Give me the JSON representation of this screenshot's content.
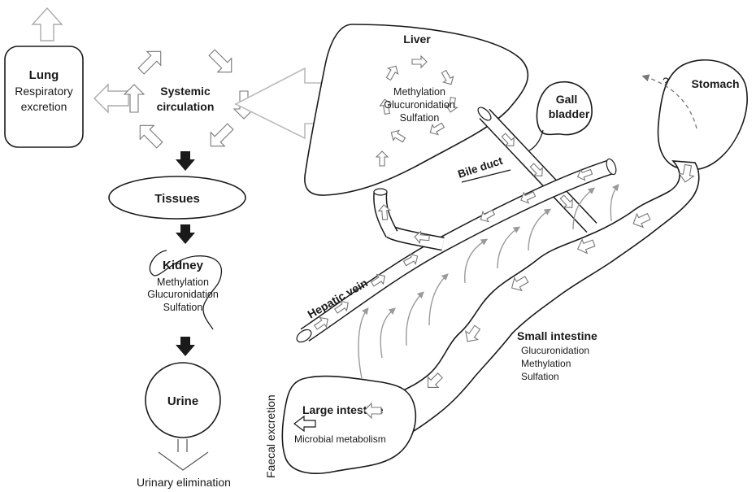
{
  "labels": {
    "lung_title": "Lung",
    "lung_sub1": "Respiratory",
    "lung_sub2": "excretion",
    "systemic1": "Systemic",
    "systemic2": "circulation",
    "tissues": "Tissues",
    "kidney": "Kidney",
    "kidney_m1": "Methylation",
    "kidney_m2": "Glucuronidation",
    "kidney_m3": "Sulfation",
    "urine": "Urine",
    "urinary_elimination": "Urinary elimination",
    "liver": "Liver",
    "liver_m1": "Methylation",
    "liver_m2": "Glucuronidation",
    "liver_m3": "Sulfation",
    "gall1": "Gall",
    "gall2": "bladder",
    "bile_duct": "Bile duct",
    "hepatic_vein": "Hepatic vein",
    "stomach": "Stomach",
    "question": "?",
    "small_intestine": "Small intestine",
    "si_m1": "Glucuronidation",
    "si_m2": "Methylation",
    "si_m3": "Sulfation",
    "large_intestine": "Large intestine",
    "li_m1": "Microbial metabolism",
    "faecal": "Faecal excretion"
  }
}
